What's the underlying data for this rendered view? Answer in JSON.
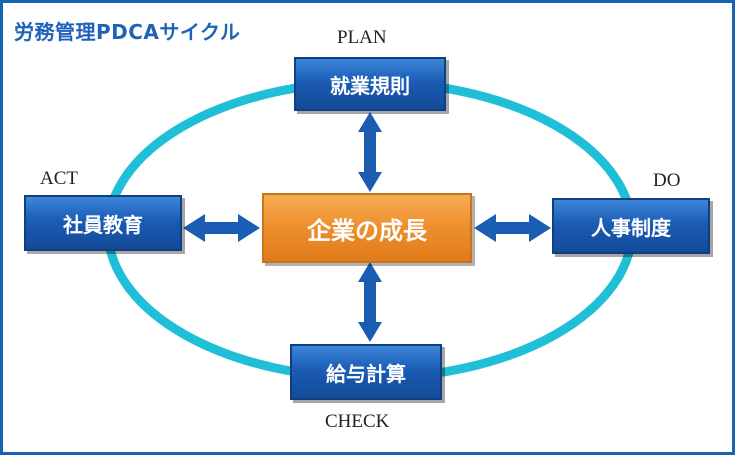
{
  "title": "労務管理PDCAサイクル",
  "phases": {
    "plan": "PLAN",
    "do": "DO",
    "check": "CHECK",
    "act": "ACT"
  },
  "nodes": {
    "center": "企業の成長",
    "top": "就業規則",
    "right": "人事制度",
    "bottom": "給与計算",
    "left": "社員教育"
  },
  "colors": {
    "frame": "#1563b3",
    "ellipse": "#1fbfd8",
    "arrow": "#1a5db3",
    "node_blue": "#1b5cb5",
    "node_orange": "#ee8e2c"
  }
}
